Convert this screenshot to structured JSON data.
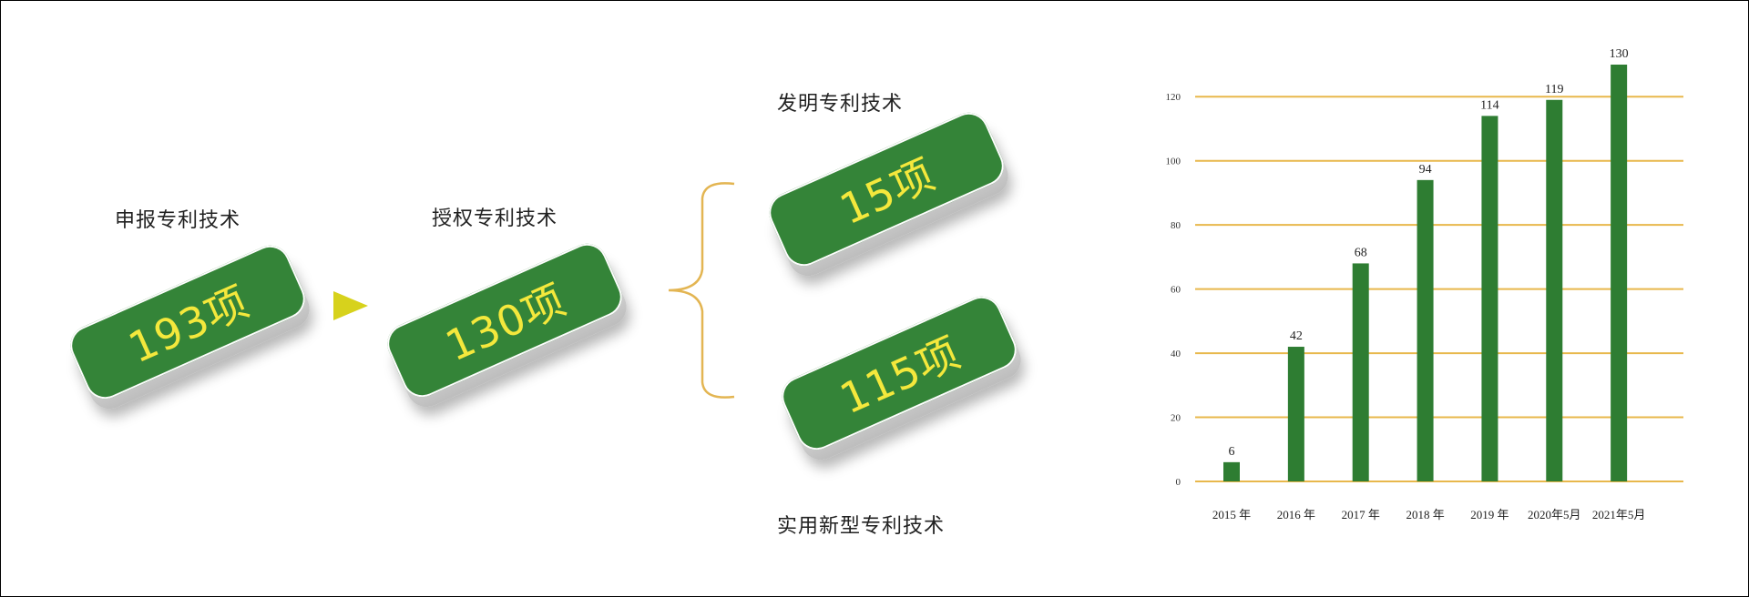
{
  "flow": {
    "declared": {
      "label": "申报专利技术",
      "value": "193项"
    },
    "granted": {
      "label": "授权专利技术",
      "value": "130项"
    },
    "invention": {
      "label": "发明专利技术",
      "value": "15项"
    },
    "utility": {
      "label": "实用新型专利技术",
      "value": "115项"
    }
  },
  "colors": {
    "bar": "#2e7d32",
    "grid": "#e8b84c",
    "tile": "#348438",
    "tile_text": "#f4e83c",
    "arrow": "#d7d21c",
    "brace": "#e3b552"
  },
  "chart_data": {
    "type": "bar",
    "categories": [
      "2015 年",
      "2016 年",
      "2017 年",
      "2018 年",
      "2019 年",
      "2020年5月",
      "2021年5月"
    ],
    "values": [
      6,
      42,
      68,
      94,
      114,
      119,
      130
    ],
    "y_ticks": [
      0,
      20,
      40,
      60,
      80,
      100,
      120
    ],
    "ylim": [
      0,
      130
    ],
    "grid": true,
    "title": "",
    "xlabel": "",
    "ylabel": ""
  }
}
